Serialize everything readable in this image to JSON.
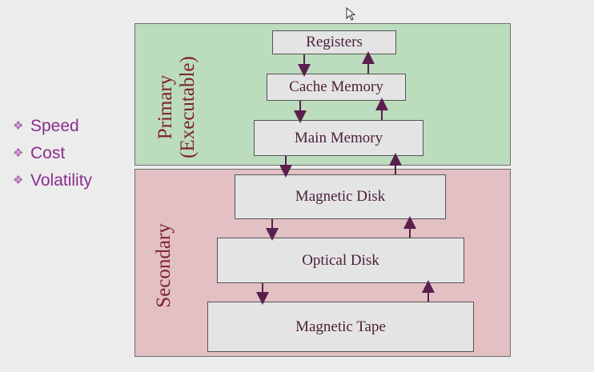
{
  "bullets": [
    {
      "label": "Speed",
      "icon": "diamond-bullet-icon"
    },
    {
      "label": "Cost",
      "icon": "diamond-bullet-icon"
    },
    {
      "label": "Volatility",
      "icon": "diamond-bullet-icon"
    }
  ],
  "regions": {
    "primary": {
      "line1": "Primary",
      "line2": "(Executable)"
    },
    "secondary": {
      "label": "Secondary"
    }
  },
  "boxes": {
    "registers": "Registers",
    "cache_memory": "Cache Memory",
    "main_memory": "Main Memory",
    "magnetic_disk": "Magnetic Disk",
    "optical_disk": "Optical Disk",
    "magnetic_tape": "Magnetic Tape"
  },
  "colors": {
    "primary_fill": "#bcdcbe",
    "secondary_fill": "#e2c0c3",
    "bullet_text": "#8a2d8f",
    "arrow": "#5a1f4f"
  }
}
